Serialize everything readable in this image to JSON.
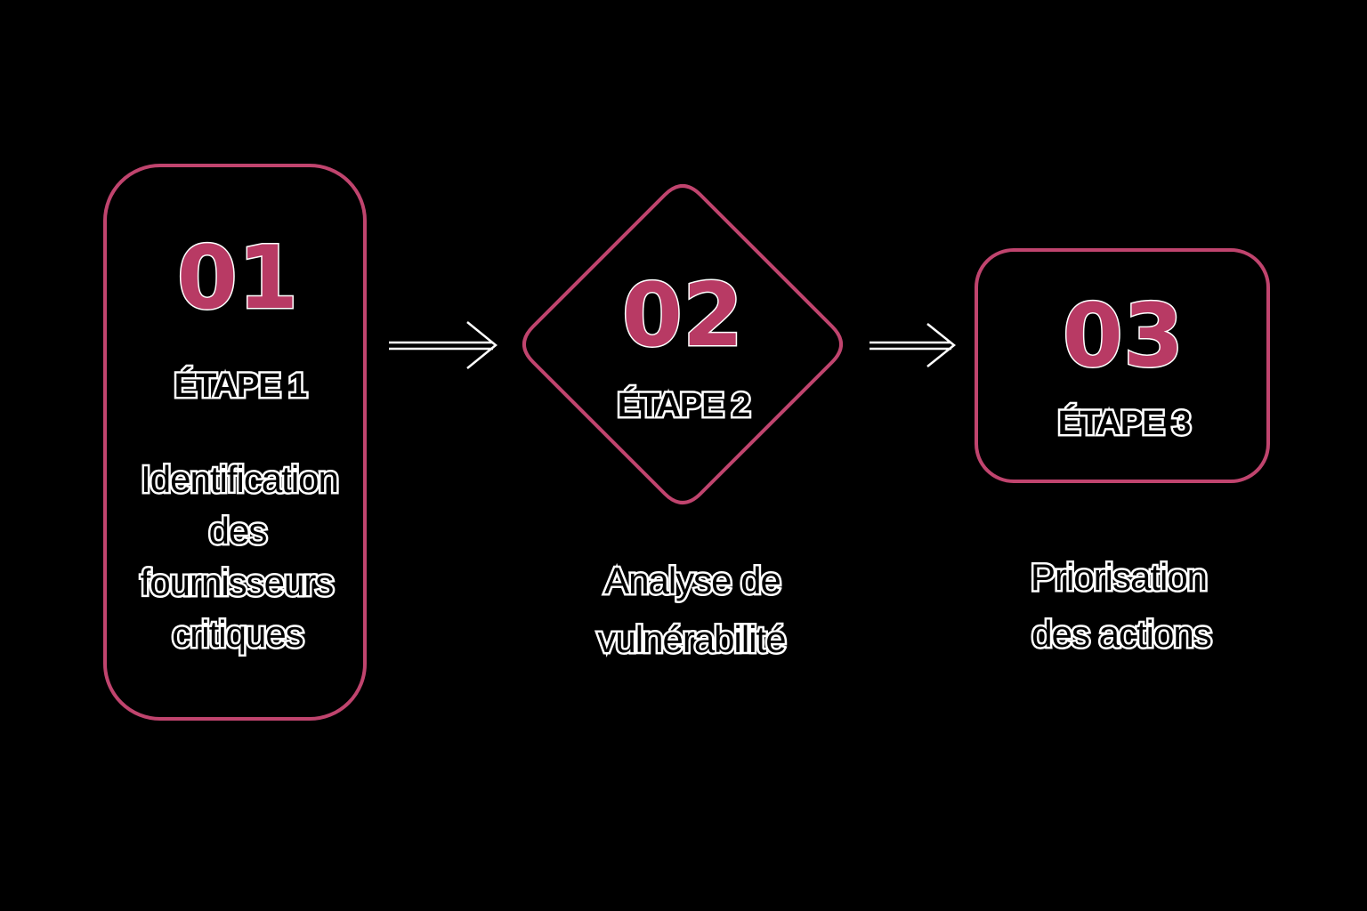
{
  "steps": [
    {
      "number": "01",
      "label": "ÉTAPE 1",
      "description": [
        "Identification",
        "des",
        "fournisseurs",
        "critiques"
      ]
    },
    {
      "number": "02",
      "label": "ÉTAPE 2",
      "description": [
        "Analyse de",
        "vulnérabilité"
      ]
    },
    {
      "number": "03",
      "label": "ÉTAPE 3",
      "description": [
        "Priorisation",
        "des actions"
      ]
    }
  ],
  "colors": {
    "accent": "#c0446e",
    "number_fill": "#b83a64",
    "background": "#000000"
  }
}
